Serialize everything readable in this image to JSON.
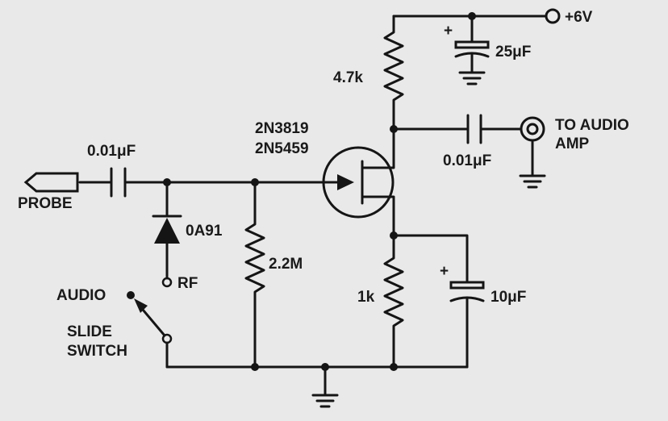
{
  "labels": {
    "supply": "+6V",
    "c_supply": "25μF",
    "c_supply_plus": "+",
    "r_drain": "4.7k",
    "fet_line1": "2N3819",
    "fet_line2": "2N5459",
    "c_input": "0.01μF",
    "c_output": "0.01μF",
    "out_line1": "TO AUDIO",
    "out_line2": "AMP",
    "probe": "PROBE",
    "diode": "0A91",
    "rf": "RF",
    "r_gate": "2.2M",
    "audio": "AUDIO",
    "switch_line1": "SLIDE",
    "switch_line2": "SWITCH",
    "r_source": "1k",
    "c_source": "10μF",
    "c_source_plus": "+"
  }
}
